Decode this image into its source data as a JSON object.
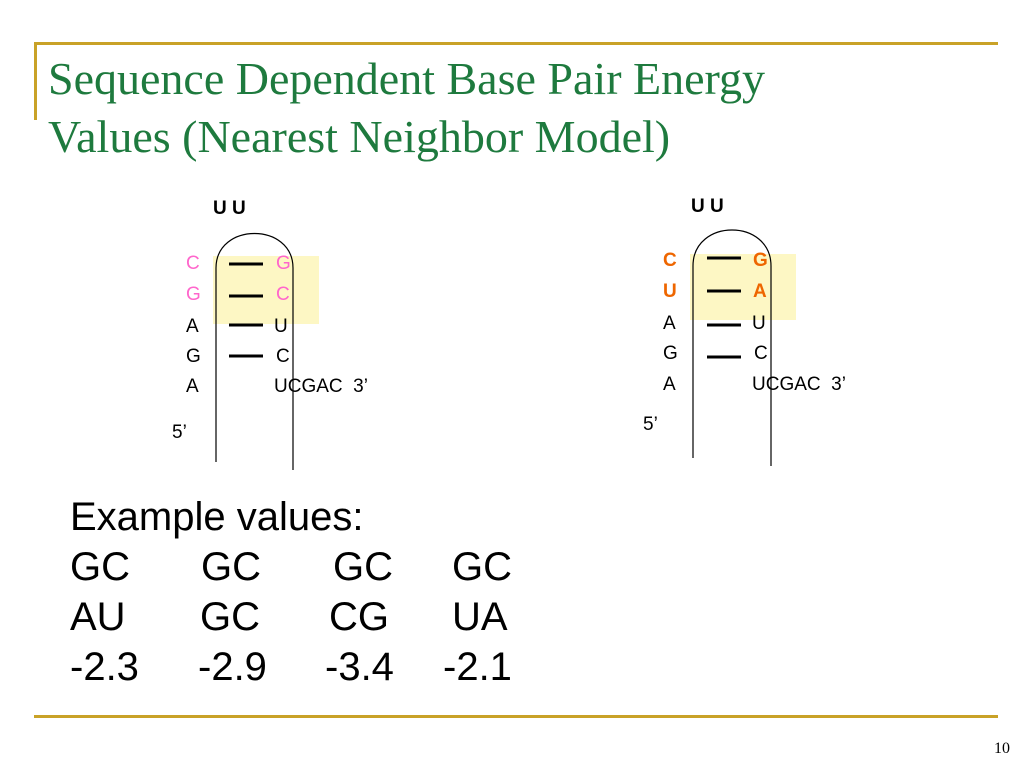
{
  "title": {
    "line1": "Sequence Dependent Base Pair Energy",
    "line2": "Values (Nearest Neighbor Model)"
  },
  "colors": {
    "frame": "#c9a227",
    "title": "#1e7a3e",
    "highlight_fill": "#fdf7c4",
    "pink_base": "#ff66cc",
    "orange_base": "#ee6600",
    "black": "#000000"
  },
  "hairpin_left": {
    "loop": "U U",
    "pairs": [
      {
        "left": "C",
        "right": "G",
        "highlighted": true,
        "color": "pink_base"
      },
      {
        "left": "G",
        "right": "C",
        "highlighted": true,
        "color": "pink_base"
      },
      {
        "left": "A",
        "right": "U",
        "highlighted": false,
        "color": "black"
      },
      {
        "left": "G",
        "right": "C",
        "highlighted": false,
        "color": "black"
      }
    ],
    "unpaired_left": "A",
    "tail_right": "UCGAC  3’",
    "five_prime": "5’"
  },
  "hairpin_right": {
    "loop": "U U",
    "pairs": [
      {
        "left": "C",
        "right": "G",
        "highlighted": true,
        "color": "orange_base"
      },
      {
        "left": "U",
        "right": "A",
        "highlighted": true,
        "color": "orange_base"
      },
      {
        "left": "A",
        "right": "U",
        "highlighted": false,
        "color": "black"
      },
      {
        "left": "G",
        "right": "C",
        "highlighted": false,
        "color": "black"
      }
    ],
    "unpaired_left": "A",
    "tail_right": "UCGAC  3’",
    "five_prime": "5’"
  },
  "example": {
    "heading": "Example values:",
    "rows": [
      [
        "GC",
        "GC",
        "GC",
        "GC"
      ],
      [
        "AU",
        "GC",
        "CG",
        "UA"
      ],
      [
        "-2.3",
        "-2.9",
        "-3.4",
        "-2.1"
      ]
    ]
  },
  "page_number": "10"
}
